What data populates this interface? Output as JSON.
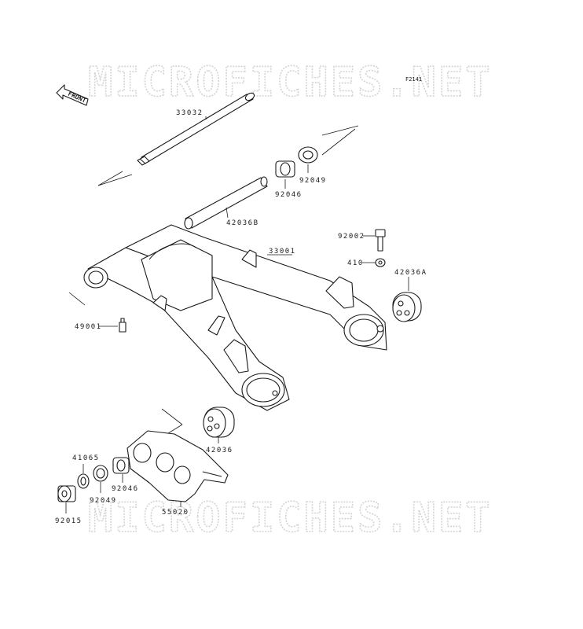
{
  "watermark": {
    "top": "MICROFICHES.NET",
    "bottom": "MICROFICHES.NET"
  },
  "figure_code": "F2141",
  "front_arrow": {
    "label": "FRONT"
  },
  "parts": {
    "p33032": "33032",
    "p92046_top": "92046",
    "p92049_top": "92049",
    "p42036B": "42036B",
    "p92002": "92002",
    "p33001": "33001",
    "p410": "410",
    "p42036A": "42036A",
    "p49001": "49001",
    "p42036": "42036",
    "p41065": "41065",
    "p92049_bot": "92049",
    "p92046_bot": "92046",
    "p92015": "92015",
    "p55020": "55020"
  }
}
